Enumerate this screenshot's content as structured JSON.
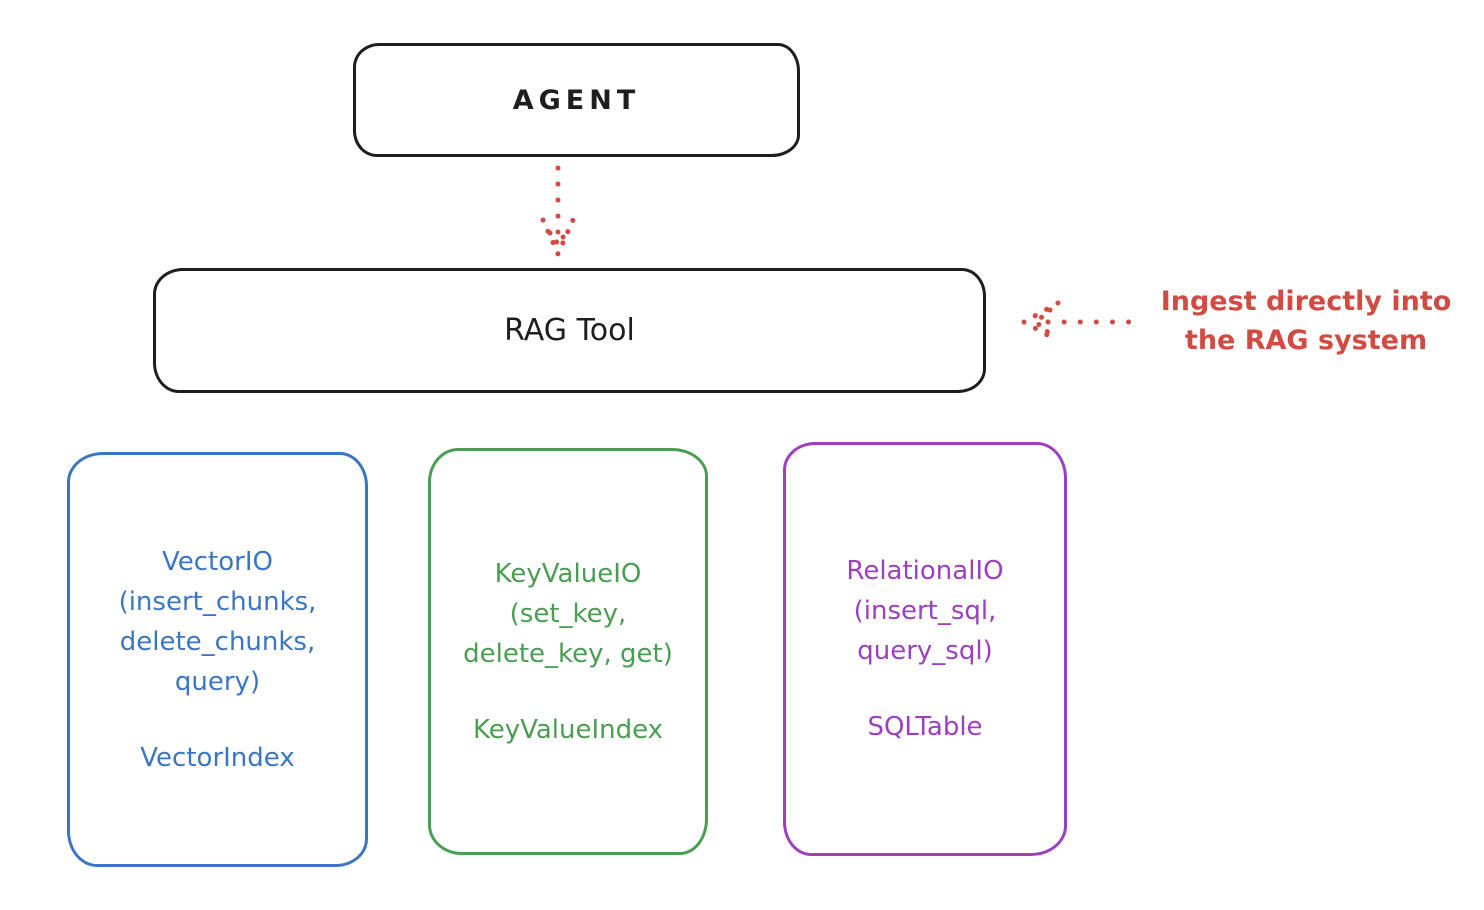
{
  "agent_box": {
    "label": "AGENT"
  },
  "rag_tool_box": {
    "label": "RAG Tool"
  },
  "ingest_note": {
    "line1": "Ingest directly into",
    "line2": "the RAG system"
  },
  "stores": {
    "vector": {
      "lines": [
        "VectorIO",
        "(insert_chunks,",
        "delete_chunks,",
        "query)"
      ],
      "index_label": "VectorIndex",
      "color": "#3b76c4"
    },
    "keyvalue": {
      "lines": [
        "KeyValueIO",
        "(set_key,",
        "delete_key, get)"
      ],
      "index_label": "KeyValueIndex",
      "color": "#4a9e52"
    },
    "relational": {
      "lines": [
        "RelationalIO",
        "(insert_sql,",
        "query_sql)"
      ],
      "index_label": "SQLTable",
      "color": "#9c3fc0"
    }
  },
  "colors": {
    "outline_black": "#1e1e1e",
    "accent_red": "#d24b42",
    "vector_blue": "#3b76c4",
    "keyvalue_green": "#4a9e52",
    "relational_purple": "#9c3fc0",
    "background": "#ffffff"
  }
}
